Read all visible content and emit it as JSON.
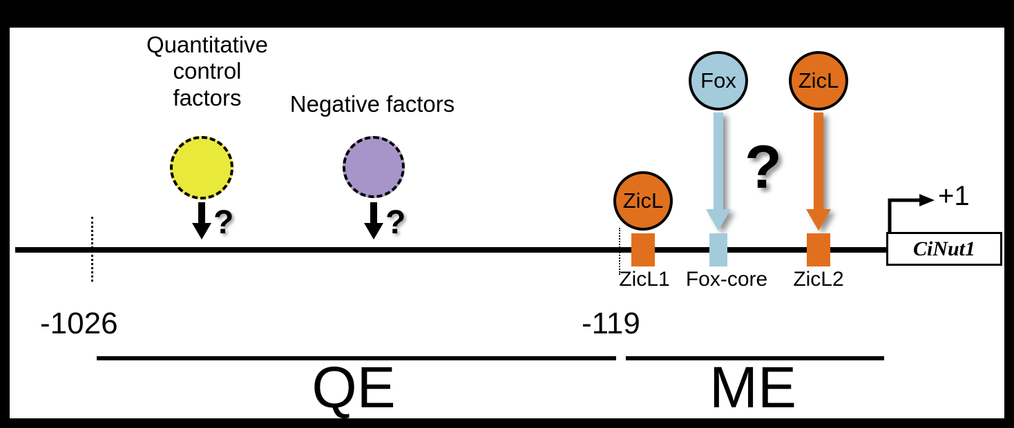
{
  "figure": {
    "upstream_factors": {
      "quantitative": {
        "label_lines": [
          "Quantitative",
          "control",
          "factors"
        ],
        "question_mark": "?",
        "color": "#e9e93c"
      },
      "negative": {
        "label": "Negative factors",
        "question_mark": "?",
        "color": "#a795c9"
      }
    },
    "proximal_factors": {
      "fox_circle": {
        "label": "Fox",
        "color": "#a3cbdb"
      },
      "zicl_upper_circle": {
        "label": "ZicL",
        "color": "#e0701e"
      },
      "zicl_lower_circle": {
        "label": "ZicL",
        "color": "#e0701e"
      },
      "question_mark": "?"
    },
    "binding_sites": {
      "zicl1": {
        "label": "ZicL1",
        "color": "#e0701e"
      },
      "fox_core": {
        "label": "Fox-core",
        "color": "#a3cbdb"
      },
      "zicl2": {
        "label": "ZicL2",
        "color": "#e0701e"
      }
    },
    "gene": {
      "name": "CiNut1",
      "tss_label": "+1"
    },
    "coordinates": {
      "qe_start": "-1026",
      "me_start": "-119"
    },
    "regions": {
      "qe_label": "QE",
      "me_label": "ME"
    }
  }
}
